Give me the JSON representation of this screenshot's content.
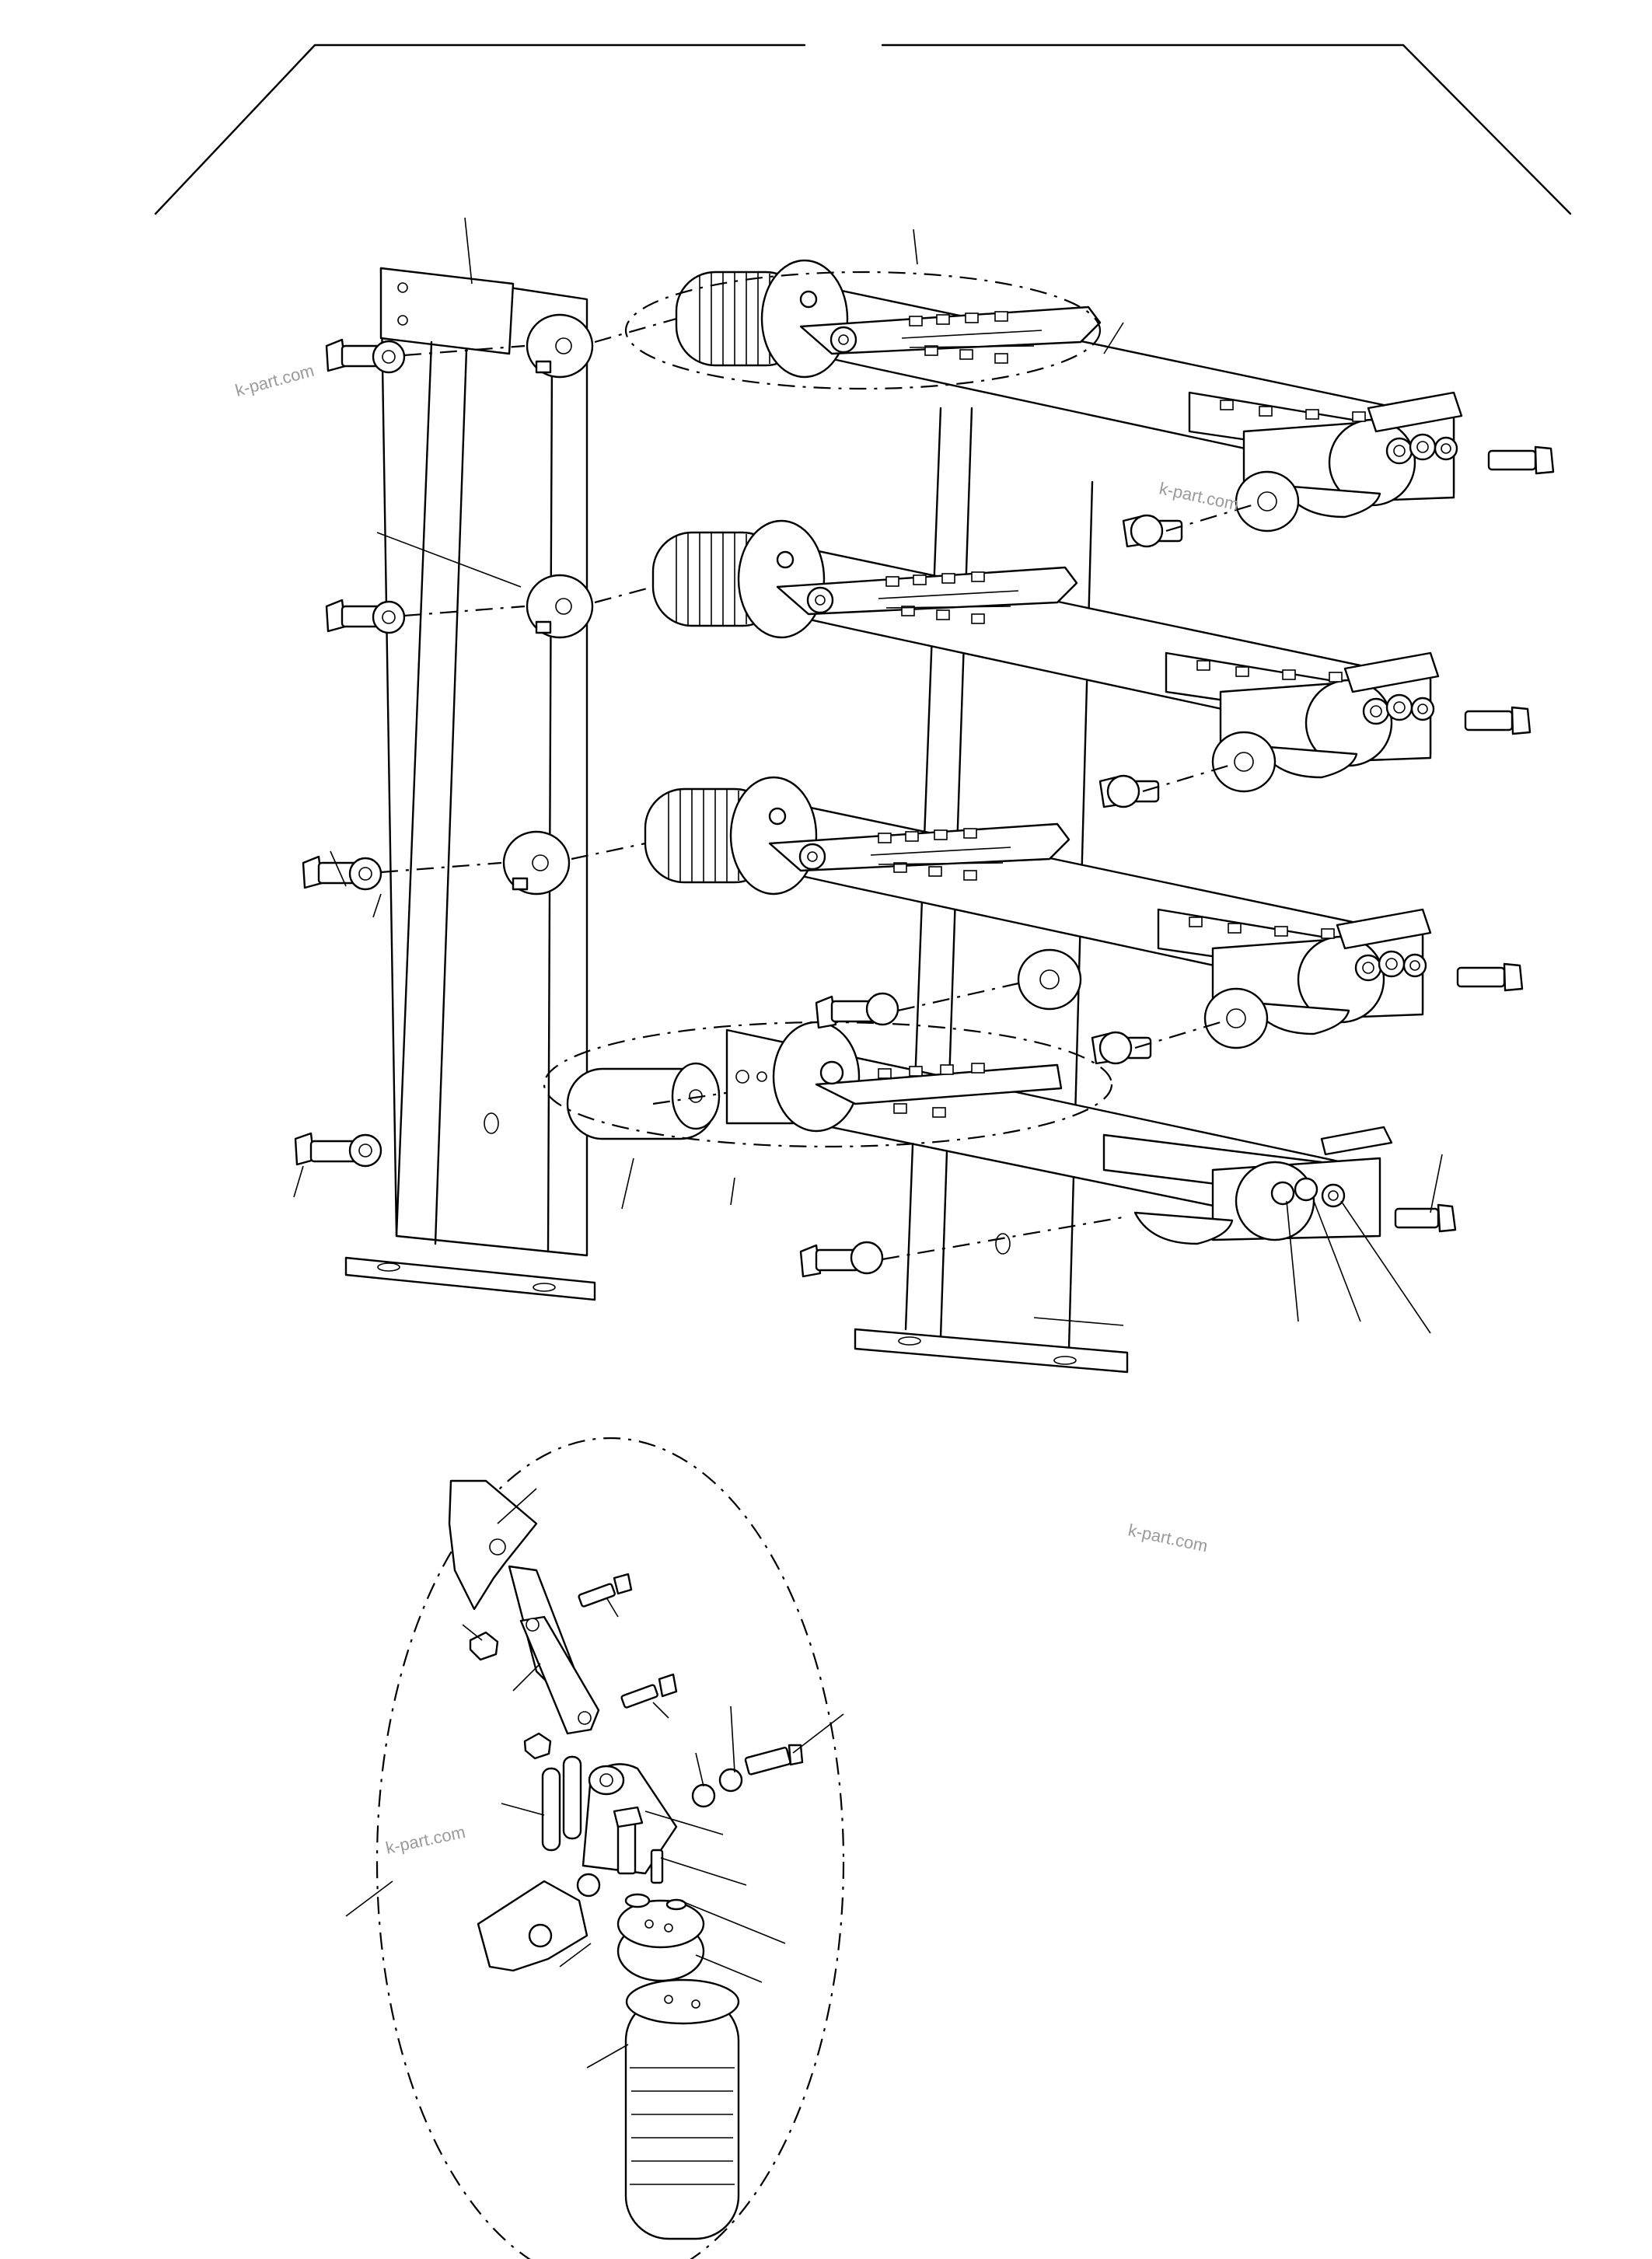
{
  "watermark": {
    "text": "k-part.com",
    "color": "#9a9a9a"
  },
  "colors": {
    "line": "#000000",
    "background": "#ffffff",
    "part_fill": "#ffffff",
    "shade_fill": "#e9e9e9"
  },
  "assemblies": {
    "upper": [
      "frame-left",
      "frame-right",
      "insulator-row-1",
      "insulator-row-2",
      "insulator-row-3",
      "insulator-row-4"
    ],
    "detail": [
      "contact-arm",
      "link",
      "springs",
      "hinge-bracket",
      "insulator"
    ]
  }
}
